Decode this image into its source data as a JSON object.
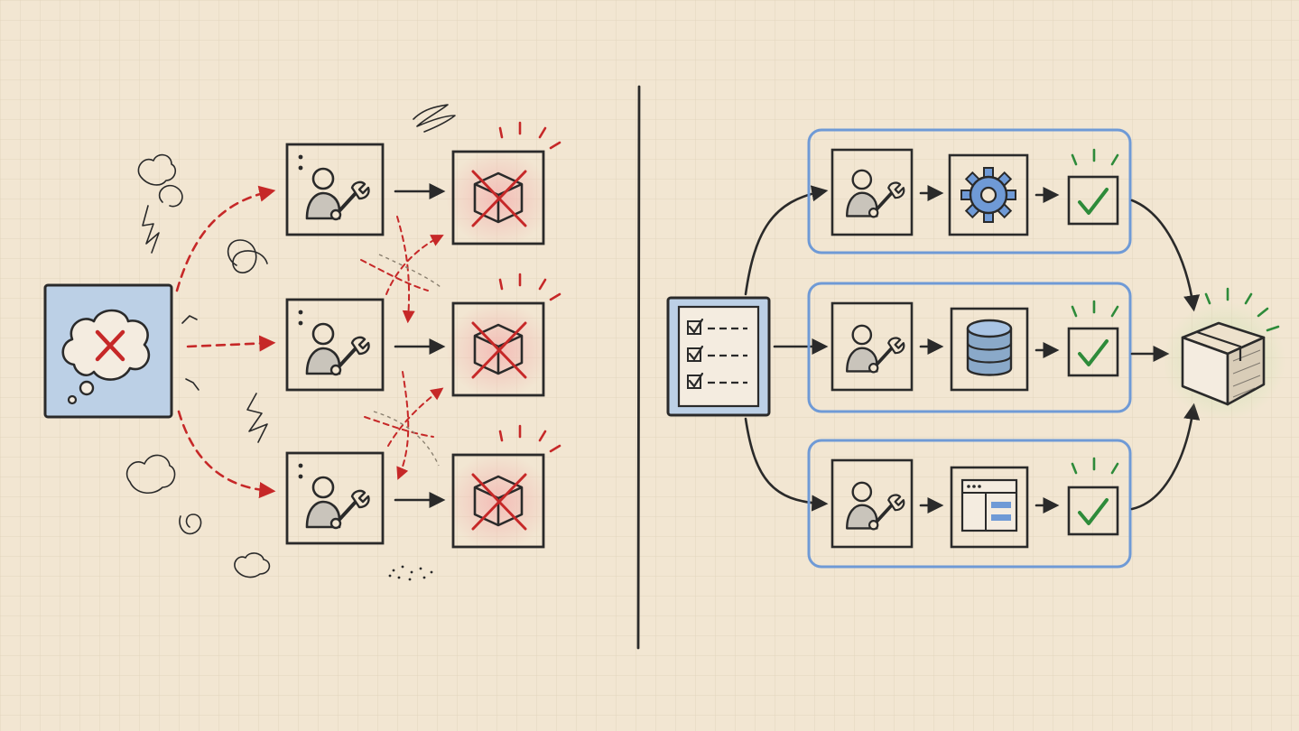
{
  "palette": {
    "paper": "#f2e6d2",
    "grid": "#e3d5bd",
    "ink": "#2a2a2a",
    "error_red": "#c62828",
    "error_glow": "#f3b9b4",
    "group_blue": "#6f9ad6",
    "fill_blue": "#a9c4e4",
    "success_green": "#2e8b3a",
    "success_glow": "#cfe3b5"
  },
  "icons": {
    "left_source": "thought-bubble-x-icon",
    "worker": "person-wrench-icon",
    "failed_output": "crossed-cube-icon",
    "right_source": "checklist-icon",
    "step_tools": [
      "gear-icon",
      "database-icon",
      "layout-icon"
    ],
    "success": "checkmark-icon",
    "final_output": "package-box-icon"
  },
  "left_panel": {
    "rows": 3,
    "state": "failure"
  },
  "right_panel": {
    "rows": 3,
    "state": "success"
  }
}
